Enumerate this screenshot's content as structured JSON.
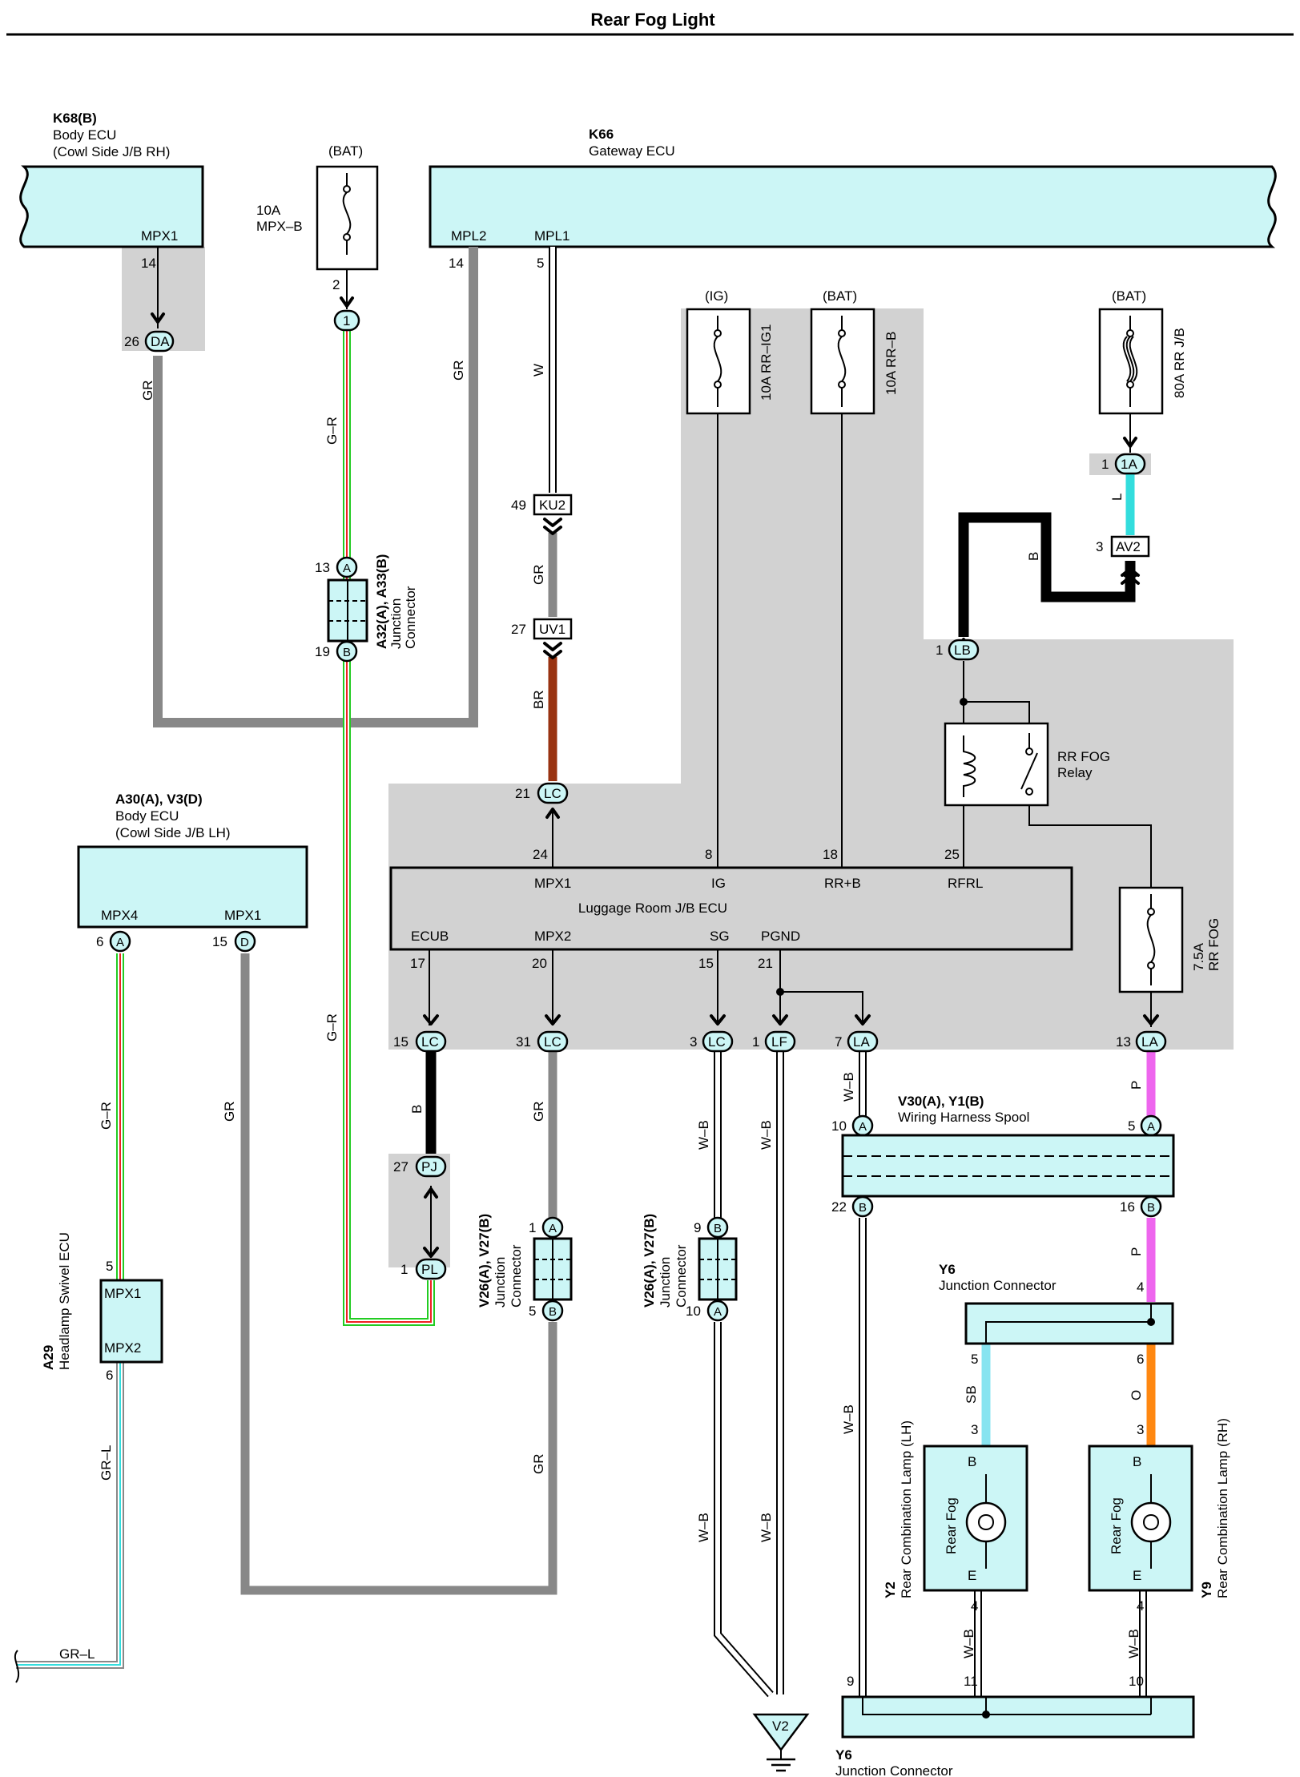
{
  "title": "Rear Fog Light",
  "components": {
    "k68": {
      "code": "K68(B)",
      "name": "Body ECU",
      "sub": "(Cowl Side J/B RH)",
      "pin_label": "MPX1",
      "pin_no": "14"
    },
    "bat_fuse_mpxb": {
      "source": "(BAT)",
      "rating": "10A",
      "name": "MPX–B",
      "pin_no": "2"
    },
    "k66": {
      "code": "K66",
      "name": "Gateway ECU",
      "pin_mpl2": "MPL2",
      "pin_mpl2_no": "14",
      "pin_mpl1": "MPL1",
      "pin_mpl1_no": "5"
    },
    "fuse_rrig1": {
      "source": "(IG)",
      "label": "10A RR–IG1"
    },
    "fuse_rrb": {
      "source": "(BAT)",
      "label": "10A RR–B"
    },
    "fuse_80a": {
      "source": "(BAT)",
      "label": "80A RR J/B"
    },
    "a32": {
      "code": "A32(A), A33(B)",
      "name": "Junction",
      "name2": "Connector",
      "pin_a": "13",
      "pin_b": "19"
    },
    "relay": {
      "name": "RR FOG",
      "name2": "Relay"
    },
    "a30": {
      "code": "A30(A), V3(D)",
      "name": "Body ECU",
      "sub": "(Cowl Side J/B LH)",
      "pin_mpx4": "MPX4",
      "pin_mpx1": "MPX1",
      "pin_a_no": "6",
      "pin_d_no": "15"
    },
    "luggage": {
      "name": "Luggage Room J/B ECU",
      "top_pins": [
        {
          "label": "MPX1",
          "no": "24"
        },
        {
          "label": "IG",
          "no": "8"
        },
        {
          "label": "RR+B",
          "no": "18"
        },
        {
          "label": "RFRL",
          "no": "25"
        }
      ],
      "bottom_pins": [
        {
          "label": "ECUB",
          "no": "17"
        },
        {
          "label": "MPX2",
          "no": "20"
        },
        {
          "label": "SG",
          "no": "15"
        },
        {
          "label": "PGND",
          "no": "21"
        }
      ]
    },
    "fuse_rrfog": {
      "label": "7.5A",
      "label2": "RR FOG"
    },
    "v30": {
      "code": "V30(A), Y1(B)",
      "name": "Wiring Harness Spool",
      "pins": [
        "10",
        "5",
        "22",
        "16"
      ]
    },
    "y6_top": {
      "code": "Y6",
      "name": "Junction Connector",
      "pins": [
        "4",
        "5",
        "6"
      ]
    },
    "a29": {
      "code": "A29",
      "name": "Headlamp Swivel ECU",
      "pin1": "MPX1",
      "pin2": "MPX2",
      "pin1_no": "5",
      "pin2_no": "6"
    },
    "v26_left": {
      "code": "V26(A), V27(B)",
      "name": "Junction",
      "name2": "Connector",
      "pin_top": "1",
      "pin_bot": "5"
    },
    "v26_right": {
      "code": "V26(A), V27(B)",
      "name": "Junction",
      "name2": "Connector",
      "pin_top": "9",
      "pin_bot": "10"
    },
    "y2": {
      "code": "Y2",
      "name": "Rear Combination Lamp (LH)",
      "lamp": "Rear Fog",
      "b": "B",
      "e": "E",
      "pin_b": "3",
      "pin_e": "4"
    },
    "y9": {
      "code": "Y9",
      "name": "Rear Combination Lamp (RH)",
      "lamp": "Rear Fog",
      "b": "B",
      "e": "E",
      "pin_b": "3",
      "pin_e": "4"
    },
    "y6_bot": {
      "code": "Y6",
      "name": "Junction Connector",
      "pins": [
        "9",
        "11",
        "10"
      ]
    },
    "ground": {
      "label": "V2"
    }
  },
  "connectors": {
    "da": {
      "label": "DA",
      "no": "26"
    },
    "c1": {
      "label": "1"
    },
    "ku2": {
      "label": "KU2",
      "no": "49"
    },
    "uv1": {
      "label": "UV1",
      "no": "27"
    },
    "lc21": {
      "label": "LC",
      "no": "21"
    },
    "c1a": {
      "label": "1A",
      "no": "1"
    },
    "av2": {
      "label": "AV2",
      "no": "3"
    },
    "lb": {
      "label": "LB",
      "no": "1"
    },
    "lc15": {
      "label": "LC",
      "no": "15"
    },
    "lc31": {
      "label": "LC",
      "no": "31"
    },
    "lc3": {
      "label": "LC",
      "no": "3"
    },
    "lf": {
      "label": "LF",
      "no": "1"
    },
    "la7": {
      "label": "LA",
      "no": "7"
    },
    "la13": {
      "label": "LA",
      "no": "13"
    },
    "pj": {
      "label": "PJ",
      "no": "27"
    },
    "pl": {
      "label": "PL",
      "no": "1"
    },
    "a_letter": "A",
    "b_letter": "B",
    "d_letter": "D"
  },
  "wires": {
    "gr": "GR",
    "gr_r": "G–R",
    "w": "W",
    "br": "BR",
    "b": "B",
    "l": "L",
    "w_b": "W–B",
    "p": "P",
    "sb": "SB",
    "o": "O",
    "gr_l": "GR–L"
  },
  "colors": {
    "gray_wire": "#888888",
    "green": "#22cc22",
    "red": "#ee2222",
    "brown": "#993311",
    "light_blue": "#33dddd",
    "sky": "#88e4f0",
    "pink": "#ee66ee",
    "orange": "#ff8811",
    "ecu_fill": "#ccf6f6",
    "shade": "#d2d2d2"
  }
}
